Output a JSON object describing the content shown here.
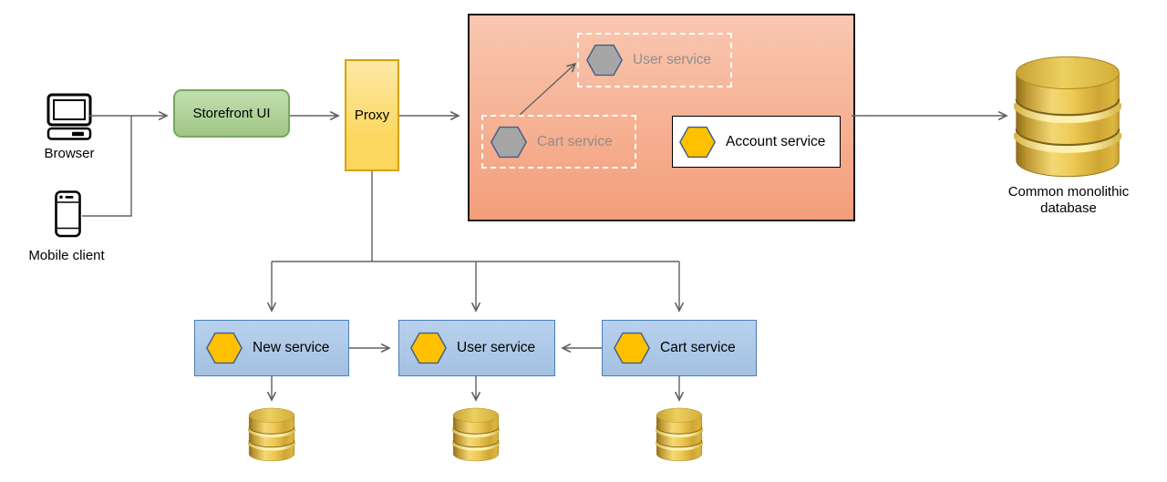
{
  "clients": {
    "browser": "Browser",
    "mobile": "Mobile client"
  },
  "storefront": {
    "label": "Storefront UI"
  },
  "proxy": {
    "label": "Proxy"
  },
  "monolith": {
    "user_service": {
      "label": "User service"
    },
    "cart_service": {
      "label": "Cart service"
    },
    "account_service": {
      "label": "Account service"
    }
  },
  "database": {
    "line1": "Common monolithic",
    "line2": "database"
  },
  "services": [
    {
      "label": "New service"
    },
    {
      "label": "User service"
    },
    {
      "label": "Cart service"
    }
  ],
  "colors": {
    "storefront_fill": "#a8d18d",
    "storefront_border": "#76a85e",
    "proxy_fill": "#fcd75f",
    "proxy_border": "#d7a200",
    "monolith_fill_top": "#f9c7b1",
    "monolith_fill_bottom": "#f39e7a",
    "service_fill": "#a9c7e9",
    "service_border": "#4a7ebb",
    "hexagon_yellow": "#ffc000",
    "hexagon_gray": "#a6a6a6",
    "hexagon_border": "#3f5e8c",
    "connector": "#616161",
    "db_gold": "#eec953"
  }
}
